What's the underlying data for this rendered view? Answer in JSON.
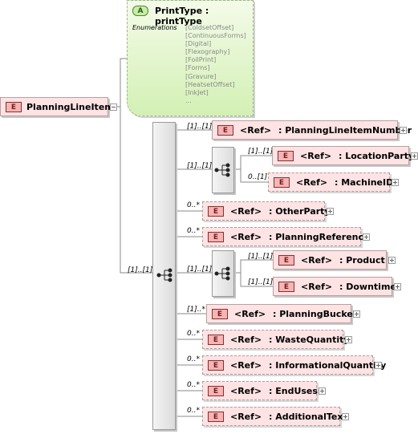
{
  "root": {
    "badge": "E",
    "name": "PlanningLineItem"
  },
  "attribute": {
    "badge": "A",
    "label": "PrintType : printType",
    "enum_label": "Enumerations",
    "enums": [
      "[ColdsetOffset]",
      "[ContinuousForms]",
      "[Digital]",
      "[Flexography]",
      "[FoilPrint]",
      "[Forms]",
      "[Gravure]",
      "[HeatsetOffset]",
      "[InkJet]",
      "..."
    ]
  },
  "sequence_card": "[1]..[1]",
  "elements": [
    {
      "card": "[1]..[1]",
      "ref": "<Ref>",
      "name": ": PlanningLineItemNumber",
      "optional": false
    },
    {
      "card": "[1]..[1]",
      "ref": "<Ref>",
      "name": ": LocationParty",
      "optional": false
    },
    {
      "card": "0..[1]",
      "ref": "<Ref>",
      "name": ": MachineID",
      "optional": true
    },
    {
      "card": "[1]..[1]",
      "ref": "",
      "name": "",
      "optional": false
    },
    {
      "card": "0..*",
      "ref": "<Ref>",
      "name": ": OtherParty",
      "optional": true
    },
    {
      "card": "0..*",
      "ref": "<Ref>",
      "name": ": PlanningReference",
      "optional": true
    },
    {
      "card": "[1]..[1]",
      "ref": "<Ref>",
      "name": ": Product",
      "optional": false
    },
    {
      "card": "[1]..[1]",
      "ref": "<Ref>",
      "name": ": Downtime",
      "optional": false
    },
    {
      "card": "[1]..[1]",
      "ref": "",
      "name": "",
      "optional": false
    },
    {
      "card": "[1]..*",
      "ref": "<Ref>",
      "name": ": PlanningBucket",
      "optional": false
    },
    {
      "card": "0..*",
      "ref": "<Ref>",
      "name": ": WasteQuantity",
      "optional": true
    },
    {
      "card": "0..*",
      "ref": "<Ref>",
      "name": ": InformationalQuantity",
      "optional": true
    },
    {
      "card": "0..*",
      "ref": "<Ref>",
      "name": ": EndUses",
      "optional": true
    },
    {
      "card": "0..*",
      "ref": "<Ref>",
      "name": ": AdditionalText",
      "optional": true
    }
  ],
  "element_badge": "E"
}
